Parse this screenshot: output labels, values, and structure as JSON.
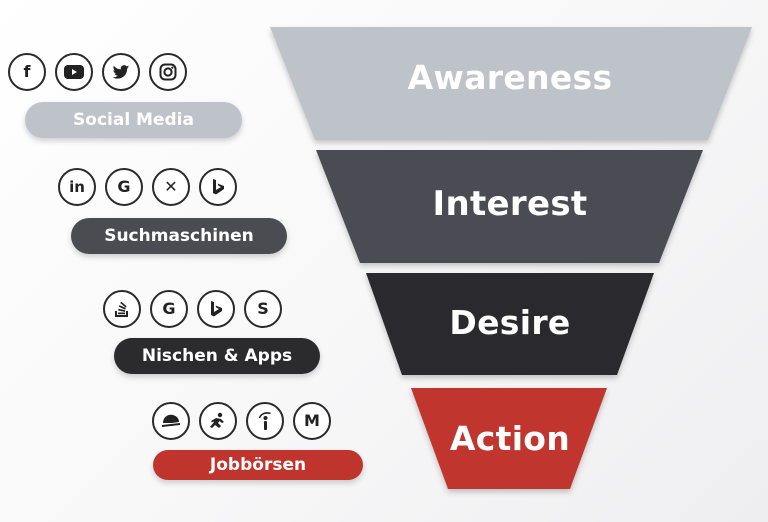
{
  "colors": {
    "awareness": "#bec3c9",
    "interest": "#4b4c52",
    "desire": "#2b2a2d",
    "action": "#c0342e"
  },
  "funnel": {
    "stages": [
      {
        "label": "Awareness"
      },
      {
        "label": "Interest"
      },
      {
        "label": "Desire"
      },
      {
        "label": "Action"
      }
    ]
  },
  "channels": [
    {
      "label": "Social Media",
      "icons": [
        "facebook-icon",
        "youtube-icon",
        "twitter-icon",
        "instagram-icon"
      ]
    },
    {
      "label": "Suchmaschinen",
      "icons": [
        "linkedin-icon",
        "google-icon",
        "xing-icon",
        "bing-icon"
      ]
    },
    {
      "label": "Nischen & Apps",
      "icons": [
        "stackoverflow-icon",
        "google-icon",
        "bing-icon",
        "scribd-icon"
      ]
    },
    {
      "label": "Jobbörsen",
      "icons": [
        "stepstone-icon",
        "jobrunner-icon",
        "indeed-icon",
        "monster-icon"
      ]
    }
  ],
  "icon_glyphs": {
    "facebook": "f",
    "linkedin": "in",
    "google": "G",
    "xing": "✕",
    "scribd": "S",
    "monster": "M"
  }
}
